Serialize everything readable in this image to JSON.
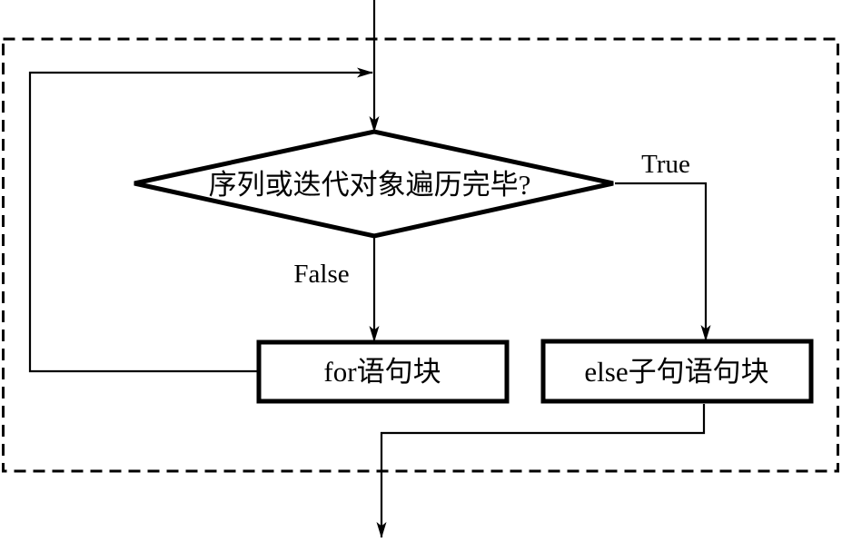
{
  "diagram": {
    "type": "flowchart",
    "background_color": "#ffffff",
    "line_color": "#000000",
    "fill_color": "#ffffff",
    "decision": {
      "label": "序列或迭代对象遍历完毕?"
    },
    "branch_labels": {
      "true": "True",
      "false": "False"
    },
    "blocks": {
      "for_block": "for语句块",
      "else_block": "else子句语句块"
    }
  }
}
